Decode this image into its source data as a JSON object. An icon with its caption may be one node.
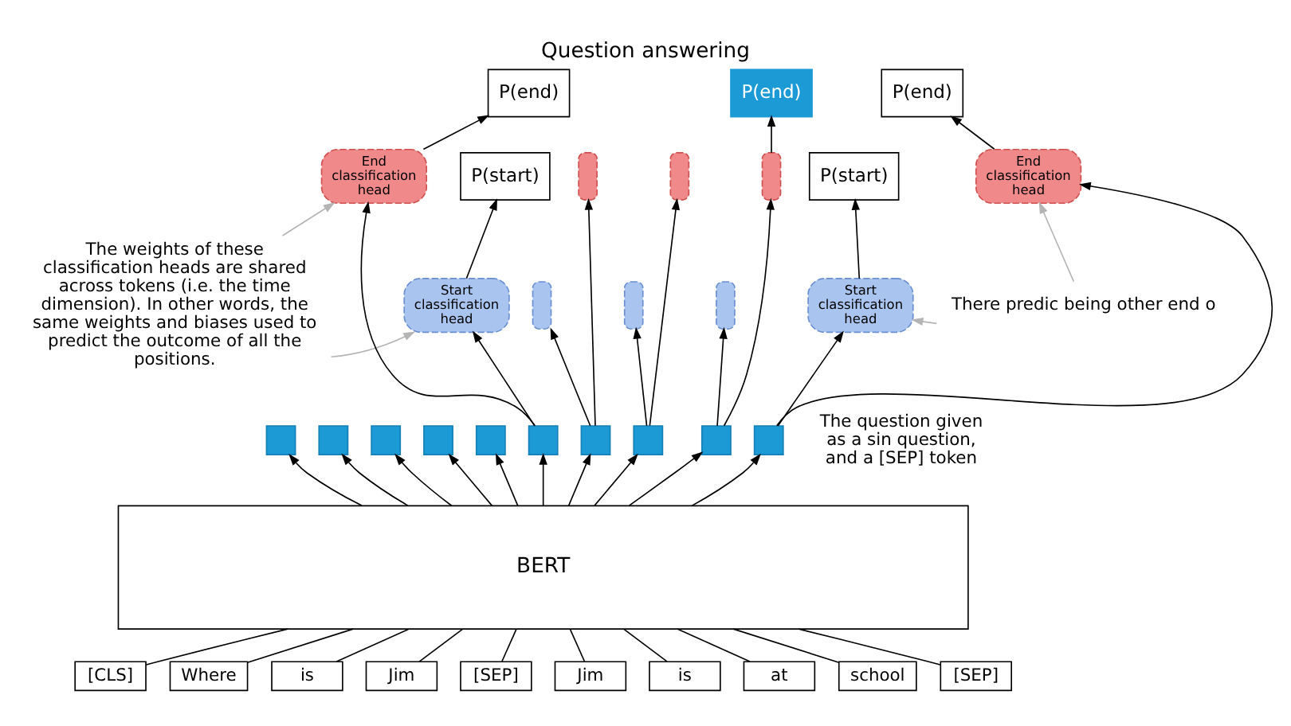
{
  "diagram": {
    "title": "Question answering",
    "nodes": [
      {
        "text": [
          "P(end)"
        ]
      },
      {
        "text": [
          "P(end)"
        ]
      },
      {
        "text": [
          "P(end)"
        ]
      },
      {
        "text": [
          "The weights of these classification heads are shared across tokens (i.e. the time dimension). In other words, the same weights and biases used to predict the outcome of all the positions."
        ]
      },
      {
        "text": [
          "End classification head"
        ]
      },
      {
        "text": [],
        "shape": "bar"
      },
      {
        "text": [],
        "shape": "bar"
      },
      {
        "text": [],
        "shape": "bar"
      },
      {
        "text": [
          "End classification head"
        ]
      },
      {
        "text": [
          "There predic being other end o"
        ]
      },
      {
        "text": [
          "P(start)"
        ]
      },
      {
        "text": [
          "P(start)"
        ]
      },
      {
        "text": [
          "Start classification head"
        ]
      },
      {
        "text": [],
        "shape": "bar"
      },
      {
        "text": [],
        "shape": "bar"
      },
      {
        "text": [],
        "shape": "bar"
      },
      {
        "text": [
          "Start classification head"
        ]
      },
      {
        "text": [],
        "shape": "box"
      },
      {
        "text": [],
        "shape": "box"
      },
      {
        "text": [],
        "shape": "box"
      },
      {
        "text": [],
        "shape": "box"
      },
      {
        "text": [],
        "shape": "box"
      },
      {
        "text": [],
        "shape": "box"
      },
      {
        "text": [],
        "shape": "box"
      },
      {
        "text": [],
        "shape": "box"
      },
      {
        "text": [],
        "shape": "box"
      },
      {
        "text": [],
        "shape": "box"
      },
      {
        "text": [
          "BERT"
        ]
      },
      {
        "text": [
          "[CLS]"
        ]
      },
      {
        "text": [
          "Where"
        ]
      },
      {
        "text": [
          "is"
        ]
      },
      {
        "text": [
          "Jim"
        ]
      },
      {
        "text": [
          "[SEP]"
        ]
      },
      {
        "text": [
          "Jim"
        ]
      },
      {
        "text": [
          "is"
        ]
      },
      {
        "text": [
          "at"
        ]
      },
      {
        "text": [
          "school"
        ]
      },
      {
        "text": [
          "[SEP]"
        ]
      }
    ],
    "edges": [
      {
        "from": 28,
        "to": 27,
        "arrow": "none"
      },
      {
        "from": 29,
        "to": 27,
        "arrow": "none"
      },
      {
        "from": 30,
        "to": 27,
        "arrow": "none"
      },
      {
        "from": 31,
        "to": 27,
        "arrow": "none"
      },
      {
        "from": 32,
        "to": 27,
        "arrow": "none"
      },
      {
        "from": 33,
        "to": 27,
        "arrow": "none"
      },
      {
        "from": 34,
        "to": 27,
        "arrow": "none"
      },
      {
        "from": 35,
        "to": 27,
        "arrow": "none"
      },
      {
        "from": 36,
        "to": 27,
        "arrow": "none"
      },
      {
        "from": 37,
        "to": 27,
        "arrow": "none"
      },
      {
        "from": 27,
        "to": 17,
        "arrow": "to"
      },
      {
        "from": 27,
        "to": 18,
        "arrow": "to"
      },
      {
        "from": 27,
        "to": 19,
        "arrow": "to"
      },
      {
        "from": 27,
        "to": 20,
        "arrow": "to"
      },
      {
        "from": 27,
        "to": 21,
        "arrow": "to"
      },
      {
        "from": 27,
        "to": 22,
        "arrow": "to"
      },
      {
        "from": 27,
        "to": 23,
        "arrow": "to"
      },
      {
        "from": 27,
        "to": 24,
        "arrow": "to"
      },
      {
        "from": 27,
        "to": 25,
        "arrow": "to"
      },
      {
        "from": 27,
        "to": 26,
        "arrow": "to"
      },
      {
        "from": 22,
        "to": 12,
        "arrow": "to"
      },
      {
        "from": 22,
        "to": 4,
        "arrow": "to"
      },
      {
        "from": 23,
        "to": 13,
        "arrow": "to"
      },
      {
        "from": 23,
        "to": 5,
        "arrow": "to"
      },
      {
        "from": 24,
        "to": 14,
        "arrow": "to"
      },
      {
        "from": 24,
        "to": 6,
        "arrow": "to"
      },
      {
        "from": 25,
        "to": 15,
        "arrow": "to"
      },
      {
        "from": 25,
        "to": 7,
        "arrow": "to"
      },
      {
        "from": 26,
        "to": 16,
        "arrow": "to"
      },
      {
        "from": 26,
        "to": 8,
        "arrow": "to"
      },
      {
        "from": 12,
        "to": 10,
        "arrow": "to"
      },
      {
        "from": 16,
        "to": 11,
        "arrow": "to"
      },
      {
        "from": 4,
        "to": 0,
        "arrow": "to"
      },
      {
        "from": 7,
        "to": 1,
        "arrow": "to"
      },
      {
        "from": 8,
        "to": 2,
        "arrow": "to"
      },
      {
        "from": 3,
        "to": 4,
        "arrow": "to",
        "color": "#b4b4b4"
      },
      {
        "from": 3,
        "to": 12,
        "arrow": "to",
        "color": "#b4b4b4"
      },
      {
        "from": 9,
        "to": 8,
        "arrow": "to",
        "color": "#b4b4b4"
      },
      {
        "from": 9,
        "to": 16,
        "arrow": "to",
        "color": "#b4b4b4"
      }
    ],
    "labels": [
      "The question given as a sin question, and a [SEP] token"
    ]
  }
}
